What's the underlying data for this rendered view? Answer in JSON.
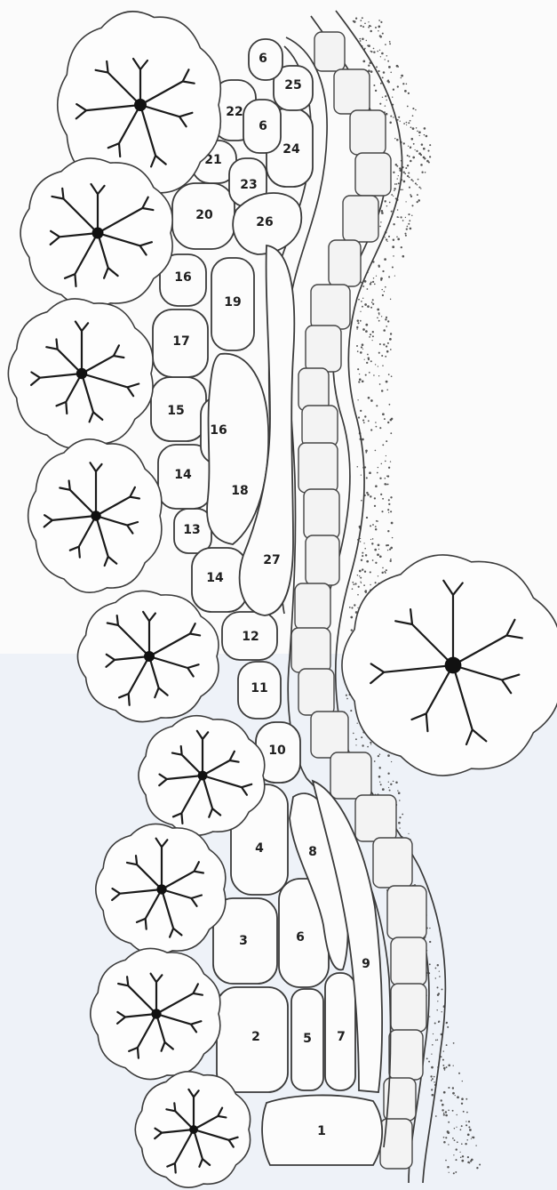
{
  "cell_labels": {
    "c1": "1",
    "c2": "2",
    "c3": "3",
    "c4": "4",
    "c5": "5",
    "c6a": "6",
    "c7": "7",
    "c8": "8",
    "c9": "9",
    "c10": "10",
    "c11": "11",
    "c12": "12",
    "c13": "13",
    "c14a": "14",
    "c14b": "14",
    "c15": "15",
    "c16a": "16",
    "c16b": "16",
    "c17": "17",
    "c18": "18",
    "c19": "19",
    "c20": "20",
    "c21": "21",
    "c22": "22",
    "c23": "23",
    "c24": "24",
    "c25": "25",
    "c26": "26",
    "c27": "27",
    "c6b": "6",
    "c6c": "6"
  },
  "colors": {
    "line": "#3a3a3a",
    "hypha": "#1a1a1a",
    "background_top": "#fbfbfb",
    "background_bottom": "#eef2f8"
  }
}
